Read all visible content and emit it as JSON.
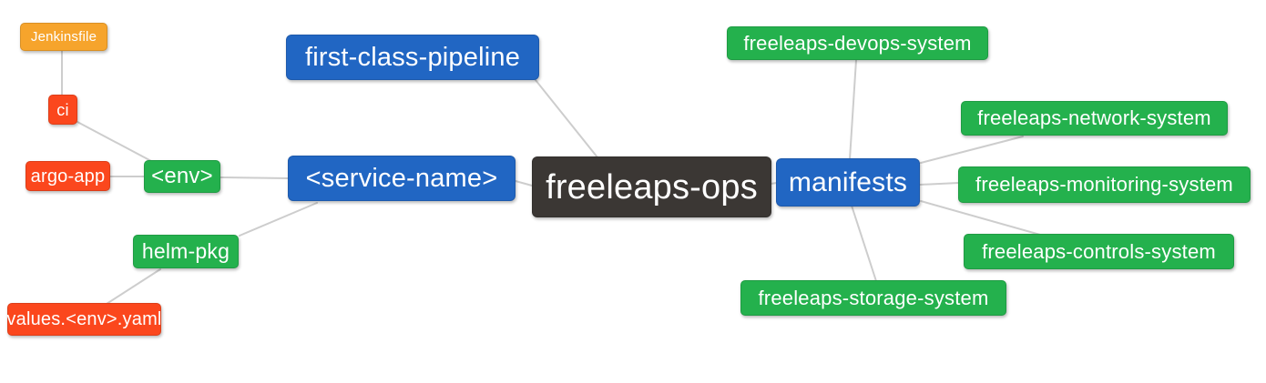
{
  "diagram": {
    "title": "freeleaps-ops mind map",
    "root_label": "freeleaps-ops",
    "palette": {
      "root": "#3b3734",
      "branch": "#2166c3",
      "leaf_green": "#24b14d",
      "leaf_red": "#fb471d",
      "leaf_orange": "#f6a42c",
      "connector": "#cdcdcd",
      "canvas": "#ffffff",
      "text": "#ffffff"
    },
    "nodes": {
      "freeleaps_ops": {
        "label": "freeleaps-ops",
        "color": "#3b3734"
      },
      "service_name": {
        "label": "<service-name>",
        "color": "#2166c3"
      },
      "first_class_pipeline": {
        "label": "first-class-pipeline",
        "color": "#2166c3"
      },
      "manifests": {
        "label": "manifests",
        "color": "#2166c3"
      },
      "env": {
        "label": "<env>",
        "color": "#24b14d"
      },
      "helm_pkg": {
        "label": "helm-pkg",
        "color": "#24b14d"
      },
      "ci": {
        "label": "ci",
        "color": "#fb471d"
      },
      "argo_app": {
        "label": "argo-app",
        "color": "#fb471d"
      },
      "jenkinsfile": {
        "label": "Jenkinsfile",
        "color": "#f6a42c"
      },
      "values_env_yaml": {
        "label": "values.<env>.yaml",
        "color": "#fb471d"
      },
      "devops_system": {
        "label": "freeleaps-devops-system",
        "color": "#24b14d"
      },
      "network_system": {
        "label": "freeleaps-network-system",
        "color": "#24b14d"
      },
      "monitoring_system": {
        "label": "freeleaps-monitoring-system",
        "color": "#24b14d"
      },
      "controls_system": {
        "label": "freeleaps-controls-system",
        "color": "#24b14d"
      },
      "storage_system": {
        "label": "freeleaps-storage-system",
        "color": "#24b14d"
      }
    },
    "edges": [
      {
        "from": "Jenkinsfile",
        "to": "ci"
      },
      {
        "from": "ci",
        "to": "<env>"
      },
      {
        "from": "argo-app",
        "to": "<env>"
      },
      {
        "from": "<env>",
        "to": "<service-name>"
      },
      {
        "from": "helm-pkg",
        "to": "<service-name>"
      },
      {
        "from": "values.<env>.yaml",
        "to": "helm-pkg"
      },
      {
        "from": "<service-name>",
        "to": "freeleaps-ops"
      },
      {
        "from": "first-class-pipeline",
        "to": "freeleaps-ops"
      },
      {
        "from": "manifests",
        "to": "freeleaps-ops"
      },
      {
        "from": "freeleaps-devops-system",
        "to": "manifests"
      },
      {
        "from": "freeleaps-network-system",
        "to": "manifests"
      },
      {
        "from": "freeleaps-monitoring-system",
        "to": "manifests"
      },
      {
        "from": "freeleaps-controls-system",
        "to": "manifests"
      },
      {
        "from": "freeleaps-storage-system",
        "to": "manifests"
      }
    ]
  }
}
